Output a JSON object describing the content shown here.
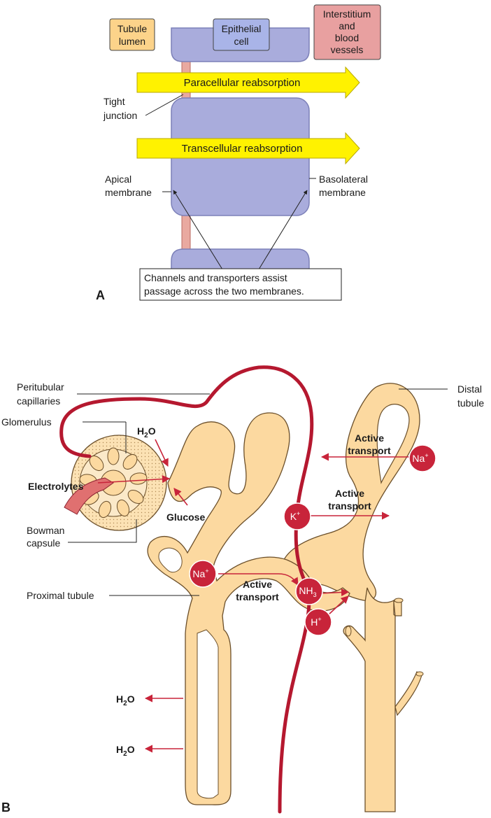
{
  "panel_a": {
    "panel_label": "A",
    "boxes": {
      "tubule_lumen": [
        "Tubule",
        "lumen"
      ],
      "epithelial_cell": [
        "Epithelial",
        "cell"
      ],
      "interstitium": [
        "Interstitium",
        "and",
        "blood",
        "vessels"
      ]
    },
    "arrows": {
      "paracellular": "Paracellular reabsorption",
      "transcellular": "Transcellular reabsorption"
    },
    "labels": {
      "tight_junction": [
        "Tight",
        "junction"
      ],
      "apical_membrane": [
        "Apical",
        "membrane"
      ],
      "basolateral_membrane": [
        "Basolateral",
        "membrane"
      ]
    },
    "callout": [
      "Channels and transporters assist",
      "passage across the two membranes."
    ]
  },
  "panel_b": {
    "panel_label": "B",
    "labels": {
      "peritubular_capillaries": [
        "Peritubular",
        "capillaries"
      ],
      "glomerulus": "Glomerulus",
      "electrolytes": "Electrolytes",
      "glucose": "Glucose",
      "bowman_capsule": [
        "Bowman",
        "capsule"
      ],
      "proximal_tubule": "Proximal tubule",
      "distal_tubule": [
        "Distal",
        "tubule"
      ],
      "water_in": "H",
      "water_sub": "2",
      "water_o": "O"
    },
    "active_transport": [
      "Active",
      "transport"
    ],
    "ions": {
      "na_right": {
        "base": "Na",
        "sup": "+"
      },
      "k": {
        "base": "K",
        "sup": "+"
      },
      "na_left": {
        "base": "Na",
        "sup": "+"
      },
      "nh3": {
        "base": "NH",
        "sub": "3"
      },
      "h": {
        "base": "H",
        "sup": "+"
      }
    },
    "water_out": [
      {
        "h": "H",
        "sub": "2",
        "o": "O"
      },
      {
        "h": "H",
        "sub": "2",
        "o": "O"
      }
    ]
  },
  "colors": {
    "cell": "#a9acdc",
    "tubule": "#fcd9a0",
    "tubule_outline": "#6b4f2a",
    "capillary": "#b5182f",
    "ion_circle": "#c8243a",
    "arrow_yellow": "#fff200",
    "box_lumen": "#fcd38a",
    "box_cell": "#a9b4e8",
    "box_interstitium": "#e8a0a0"
  }
}
